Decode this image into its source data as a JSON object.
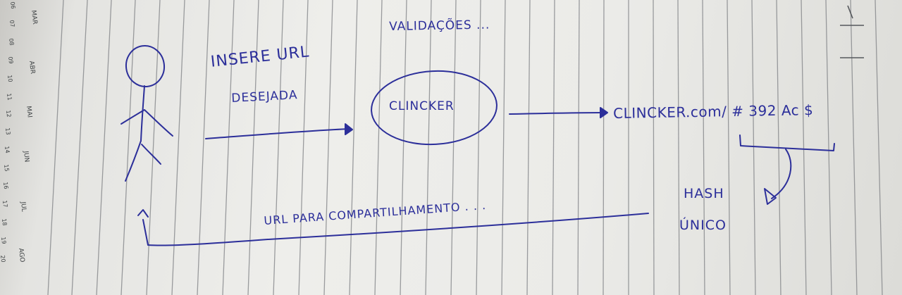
{
  "calendar": {
    "months": [
      "MAR",
      "ABR",
      "MAI",
      "JUN",
      "JUL",
      "AGO"
    ],
    "days": [
      "06",
      "07",
      "08",
      "09",
      "10",
      "11",
      "12",
      "13",
      "14",
      "15",
      "16",
      "17",
      "18",
      "19",
      "20"
    ]
  },
  "diagram": {
    "actor_icon": "stick-figure-icon",
    "step1_line1": "INSERE URL",
    "step1_line2": "DESEJADA",
    "system_label": "CLINCKER",
    "validations_label": "VALIDAÇÕES ...",
    "result_url": "CLINCKER.com/ # 392 Ac $",
    "hash_line1": "HASH",
    "hash_line2": "ÚNICO",
    "return_label": "URL PARA COMPARTILHAMENTO . . ."
  },
  "colors": {
    "ink": "#2c2f9a",
    "rule_lines": "#7a7c80",
    "paper": "#ececea"
  }
}
